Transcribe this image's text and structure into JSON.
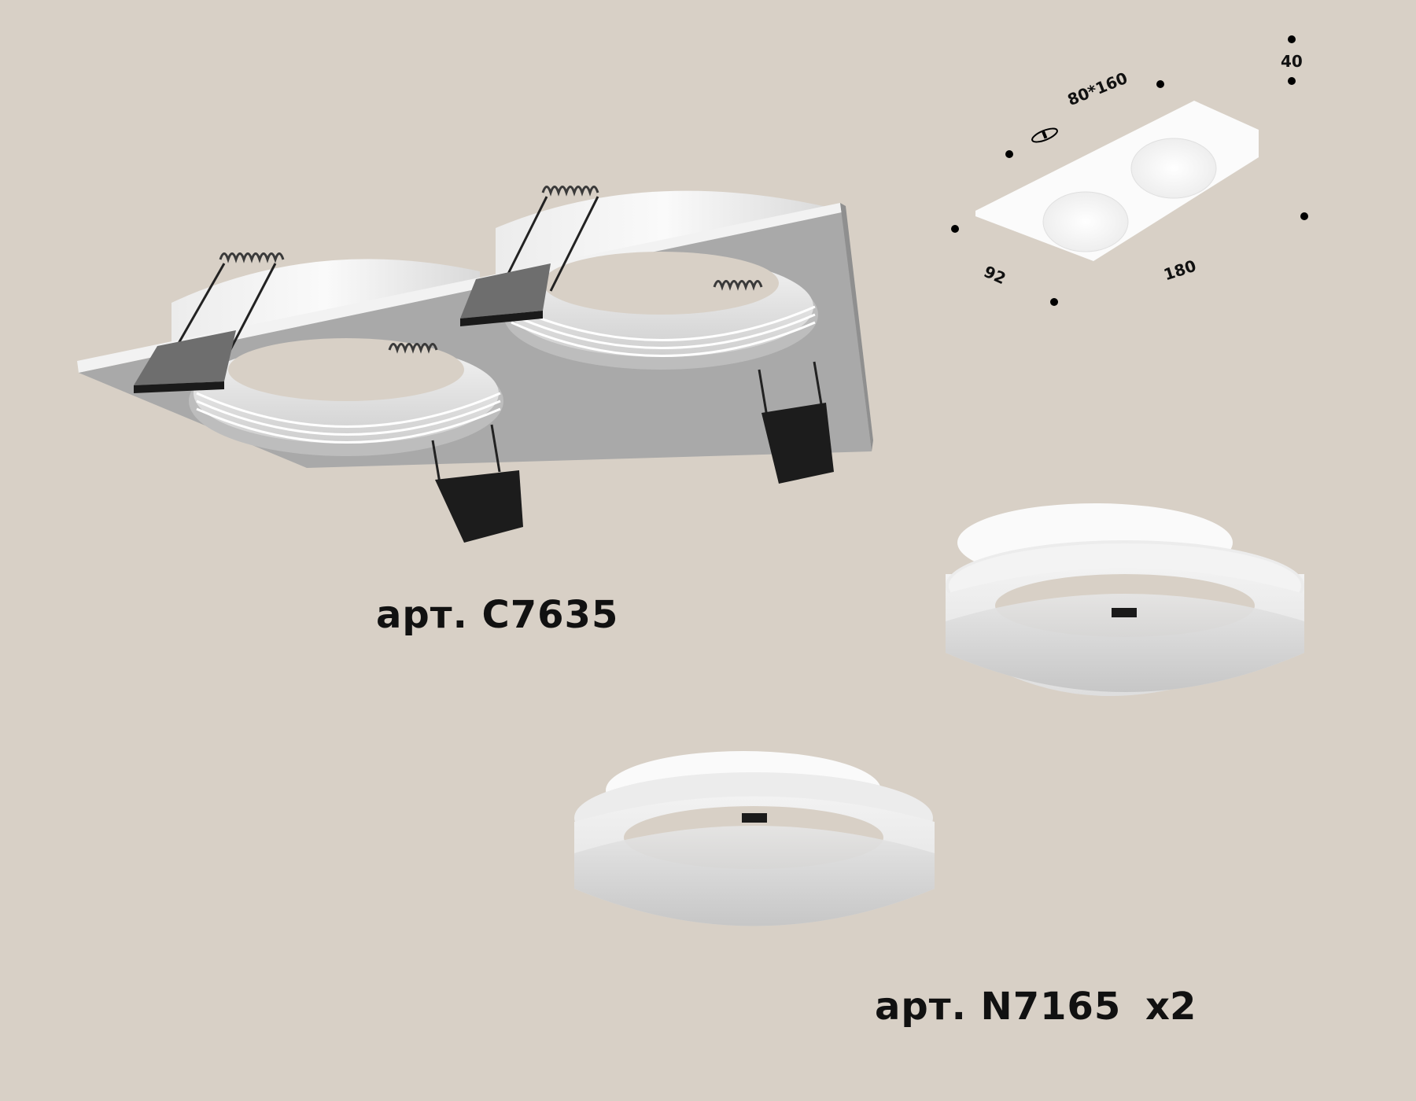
{
  "background_color": "#d8d0c6",
  "products": [
    {
      "article_label": "арт. C7635",
      "name": "double-square-frame",
      "color": "#ffffff"
    },
    {
      "article_label": "арт. N7165",
      "name": "round-ring-insert",
      "color": "#ffffff",
      "quantity_label": "x2"
    }
  ],
  "dimensions": {
    "height": "40",
    "cutout": "80*160",
    "width": "92",
    "length": "180",
    "cutout_icon": "cutout-icon"
  },
  "colors": {
    "text": "#111111",
    "spring_clip": "#1a1a1a",
    "frame_face": "#a9a9a9",
    "frame_edge": "#f2f2f2"
  }
}
